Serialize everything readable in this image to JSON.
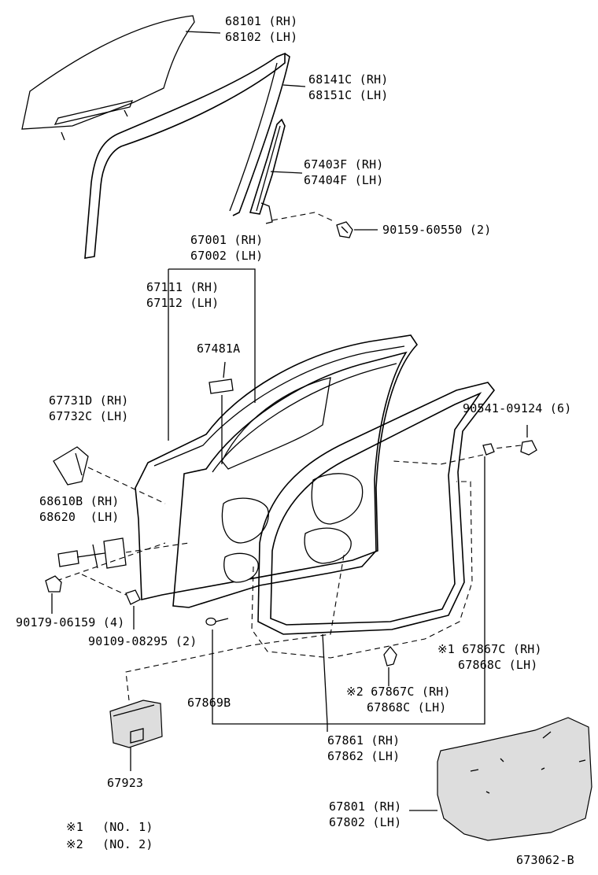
{
  "labels": {
    "glass": [
      "68101 (RH)",
      "68102 (LH)"
    ],
    "run_channel": [
      "68141C (RH)",
      "68151C (LH)"
    ],
    "division_bar": [
      "67403F (RH)",
      "67404F (LH)"
    ],
    "bolt_a": [
      "90159-60550 (2)"
    ],
    "door_panel": [
      "67001 (RH)",
      "67002 (LH)"
    ],
    "outer_panel": [
      "67111 (RH)",
      "67112 (LH)"
    ],
    "cushion": [
      "67481A"
    ],
    "sash_cover": [
      "67731D (RH)",
      "67732C (LH)"
    ],
    "check": [
      "68610B (RH)",
      "68620  (LH)"
    ],
    "nut_a": [
      "90541-09124 (6)"
    ],
    "nut_b": [
      "90179-06159 (4)"
    ],
    "bolt_b": [
      "90109-08295 (2)"
    ],
    "weatherstrip_clip1": [
      "※1 67867C (RH)",
      "67868C (LH)"
    ],
    "weatherstrip_clip2": [
      "※2 67867C (RH)",
      "67868C (LH)"
    ],
    "plug": [
      "67869B"
    ],
    "weatherstrip": [
      "67861 (RH)",
      "67862 (LH)"
    ],
    "module": [
      "67923"
    ],
    "service_hole_cover": [
      "67801 (RH)",
      "67802 (LH)"
    ]
  },
  "legend": [
    {
      "mark": "※1",
      "text": "(NO. 1)"
    },
    {
      "mark": "※2",
      "text": "(NO. 2)"
    }
  ],
  "figure_code": "673062-B"
}
